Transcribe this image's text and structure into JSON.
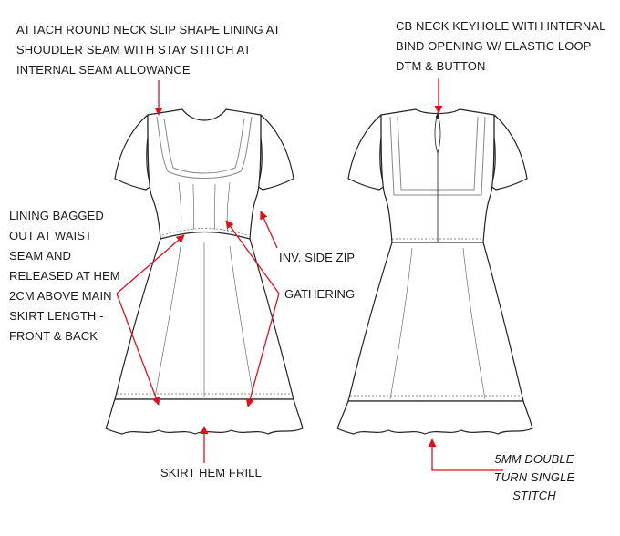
{
  "callouts": {
    "lining_attach": [
      "ATTACH ROUND NECK SLIP SHAPE LINING AT",
      "SHOUDLER SEAM WITH STAY STITCH AT",
      "INTERNAL SEAM ALLOWANCE"
    ],
    "keyhole": [
      "CB NECK KEYHOLE WITH INTERNAL",
      "BIND  OPENING W/ ELASTIC LOOP",
      "DTM & BUTTON"
    ],
    "lining_bagged": [
      "LINING BAGGED",
      "OUT AT WAIST",
      "SEAM AND",
      "RELEASED AT HEM",
      "2CM ABOVE MAIN",
      "SKIRT LENGTH -",
      "FRONT & BACK"
    ],
    "side_zip": "INV. SIDE ZIP",
    "gathering": "GATHERING",
    "hem_frill": "SKIRT HEM FRILL",
    "hem_stitch": [
      "5MM DOUBLE",
      "TURN SINGLE",
      "STITCH"
    ]
  },
  "colors": {
    "arrow": "#e0101a",
    "line": "#222222",
    "text": "#1a1a1a"
  }
}
